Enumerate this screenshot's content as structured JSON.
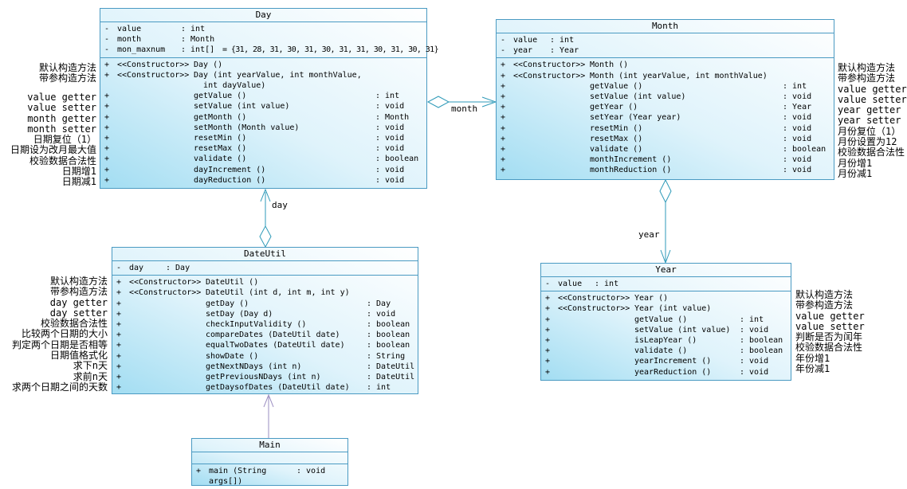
{
  "diagram": {
    "classes": [
      {
        "id": "day",
        "name": "Day",
        "attributes": [
          {
            "vis": "-",
            "name": "value",
            "type": "int",
            "value": ""
          },
          {
            "vis": "-",
            "name": "month",
            "type": "Month",
            "value": ""
          },
          {
            "vis": "-",
            "name": "mon_maxnum",
            "type": "int[]",
            "value": "= {31, 28, 31, 30, 31, 30, 31, 31, 30, 31, 30, 31}"
          }
        ],
        "methods": [
          {
            "vis": "+",
            "stereotype": "<<Constructor>>",
            "signature": "Day ()",
            "rtype": ""
          },
          {
            "vis": "+",
            "stereotype": "<<Constructor>>",
            "signature": "Day (int yearValue, int monthValue,\n  int dayValue)",
            "rtype": ""
          },
          {
            "vis": "+",
            "stereotype": "",
            "signature": "getValue ()",
            "rtype": "int"
          },
          {
            "vis": "+",
            "stereotype": "",
            "signature": "setValue (int value)",
            "rtype": "void"
          },
          {
            "vis": "+",
            "stereotype": "",
            "signature": "getMonth ()",
            "rtype": "Month"
          },
          {
            "vis": "+",
            "stereotype": "",
            "signature": "setMonth (Month value)",
            "rtype": "void"
          },
          {
            "vis": "+",
            "stereotype": "",
            "signature": "resetMin ()",
            "rtype": "void"
          },
          {
            "vis": "+",
            "stereotype": "",
            "signature": "resetMax ()",
            "rtype": "void"
          },
          {
            "vis": "+",
            "stereotype": "",
            "signature": "validate ()",
            "rtype": "boolean"
          },
          {
            "vis": "+",
            "stereotype": "",
            "signature": "dayIncrement ()",
            "rtype": "void"
          },
          {
            "vis": "+",
            "stereotype": "",
            "signature": "dayReduction ()",
            "rtype": "void"
          }
        ]
      },
      {
        "id": "month",
        "name": "Month",
        "attributes": [
          {
            "vis": "-",
            "name": "value",
            "type": "int",
            "value": ""
          },
          {
            "vis": "-",
            "name": "year",
            "type": "Year",
            "value": ""
          }
        ],
        "methods": [
          {
            "vis": "+",
            "stereotype": "<<Constructor>>",
            "signature": "Month ()",
            "rtype": ""
          },
          {
            "vis": "+",
            "stereotype": "<<Constructor>>",
            "signature": "Month (int yearValue, int monthValue)",
            "rtype": ""
          },
          {
            "vis": "+",
            "stereotype": "",
            "signature": "getValue ()",
            "rtype": "int"
          },
          {
            "vis": "+",
            "stereotype": "",
            "signature": "setValue (int value)",
            "rtype": "void"
          },
          {
            "vis": "+",
            "stereotype": "",
            "signature": "getYear ()",
            "rtype": "Year"
          },
          {
            "vis": "+",
            "stereotype": "",
            "signature": "setYear (Year year)",
            "rtype": "void"
          },
          {
            "vis": "+",
            "stereotype": "",
            "signature": "resetMin ()",
            "rtype": "void"
          },
          {
            "vis": "+",
            "stereotype": "",
            "signature": "resetMax ()",
            "rtype": "void"
          },
          {
            "vis": "+",
            "stereotype": "",
            "signature": "validate ()",
            "rtype": "boolean"
          },
          {
            "vis": "+",
            "stereotype": "",
            "signature": "monthIncrement ()",
            "rtype": "void"
          },
          {
            "vis": "+",
            "stereotype": "",
            "signature": "monthReduction ()",
            "rtype": "void"
          }
        ]
      },
      {
        "id": "dateutil",
        "name": "DateUtil",
        "attributes": [
          {
            "vis": "-",
            "name": "day",
            "type": "Day",
            "value": ""
          }
        ],
        "methods": [
          {
            "vis": "+",
            "stereotype": "<<Constructor>>",
            "signature": "DateUtil ()",
            "rtype": ""
          },
          {
            "vis": "+",
            "stereotype": "<<Constructor>>",
            "signature": "DateUtil (int d, int m, int y)",
            "rtype": ""
          },
          {
            "vis": "+",
            "stereotype": "",
            "signature": "getDay ()",
            "rtype": "Day"
          },
          {
            "vis": "+",
            "stereotype": "",
            "signature": "setDay (Day d)",
            "rtype": "void"
          },
          {
            "vis": "+",
            "stereotype": "",
            "signature": "checkInputValidity ()",
            "rtype": "boolean"
          },
          {
            "vis": "+",
            "stereotype": "",
            "signature": "compareDates (DateUtil date)",
            "rtype": "boolean"
          },
          {
            "vis": "+",
            "stereotype": "",
            "signature": "equalTwoDates (DateUtil date)",
            "rtype": "boolean"
          },
          {
            "vis": "+",
            "stereotype": "",
            "signature": "showDate ()",
            "rtype": "String"
          },
          {
            "vis": "+",
            "stereotype": "",
            "signature": "getNextNDays (int n)",
            "rtype": "DateUtil"
          },
          {
            "vis": "+",
            "stereotype": "",
            "signature": "getPreviousNDays (int n)",
            "rtype": "DateUtil"
          },
          {
            "vis": "+",
            "stereotype": "",
            "signature": "getDaysofDates (DateUtil date)",
            "rtype": "int"
          }
        ]
      },
      {
        "id": "year",
        "name": "Year",
        "attributes": [
          {
            "vis": "-",
            "name": "value",
            "type": "int",
            "value": ""
          }
        ],
        "methods": [
          {
            "vis": "+",
            "stereotype": "<<Constructor>>",
            "signature": "Year ()",
            "rtype": ""
          },
          {
            "vis": "+",
            "stereotype": "<<Constructor>>",
            "signature": "Year (int value)",
            "rtype": ""
          },
          {
            "vis": "+",
            "stereotype": "",
            "signature": "getValue ()",
            "rtype": "int"
          },
          {
            "vis": "+",
            "stereotype": "",
            "signature": "setValue (int value)",
            "rtype": "void"
          },
          {
            "vis": "+",
            "stereotype": "",
            "signature": "isLeapYear ()",
            "rtype": "boolean"
          },
          {
            "vis": "+",
            "stereotype": "",
            "signature": "validate ()",
            "rtype": "boolean"
          },
          {
            "vis": "+",
            "stereotype": "",
            "signature": "yearIncrement ()",
            "rtype": "void"
          },
          {
            "vis": "+",
            "stereotype": "",
            "signature": "yearReduction ()",
            "rtype": "void"
          }
        ]
      },
      {
        "id": "main",
        "name": "Main",
        "attributes": [],
        "methods": [
          {
            "vis": "+",
            "stereotype": "",
            "signature": "main (String args[])",
            "rtype": "void"
          }
        ]
      }
    ],
    "annotations": {
      "day_ctor": {
        "lines": [
          "默认构造方法",
          "带参构造方法"
        ]
      },
      "day_rest": {
        "lines": [
          "value getter",
          "value setter",
          "month getter",
          "month setter",
          "日期复位（1）",
          "日期设为改月最大值",
          "校验数据合法性",
          "日期增1",
          "日期减1"
        ]
      },
      "month": {
        "lines": [
          "默认构造方法",
          "带参构造方法",
          "value getter",
          "value setter",
          "year getter",
          "year setter",
          "月份复位（1）",
          "月份设置为12",
          "校验数据合法性",
          "月份增1",
          "月份减1"
        ]
      },
      "dateutil": {
        "lines": [
          "默认构造方法",
          "带参构造方法",
          "day getter",
          "day setter",
          "校验数据合法性",
          "比较两个日期的大小",
          "判定两个日期是否相等",
          "日期值格式化",
          "求下n天",
          "求前n天",
          "求两个日期之间的天数"
        ]
      },
      "year": {
        "lines": [
          "默认构造方法",
          "带参构造方法",
          "value getter",
          "value setter",
          "判断是否为闰年",
          "校验数据合法性",
          "年份增1",
          "年份减1"
        ]
      }
    },
    "connectors": [
      {
        "id": "day-month",
        "label": "month"
      },
      {
        "id": "dateutil-day",
        "label": "day"
      },
      {
        "id": "month-year",
        "label": "year"
      },
      {
        "id": "main-dateutil",
        "label": ""
      }
    ],
    "colors": {
      "box_border": "#4a9ac2",
      "box_fill_start": "#a2ddf2",
      "box_fill_end": "#ffffff",
      "connector": "#2e9ab8",
      "main_connector": "#9a8cc0",
      "text": "#000000"
    }
  }
}
